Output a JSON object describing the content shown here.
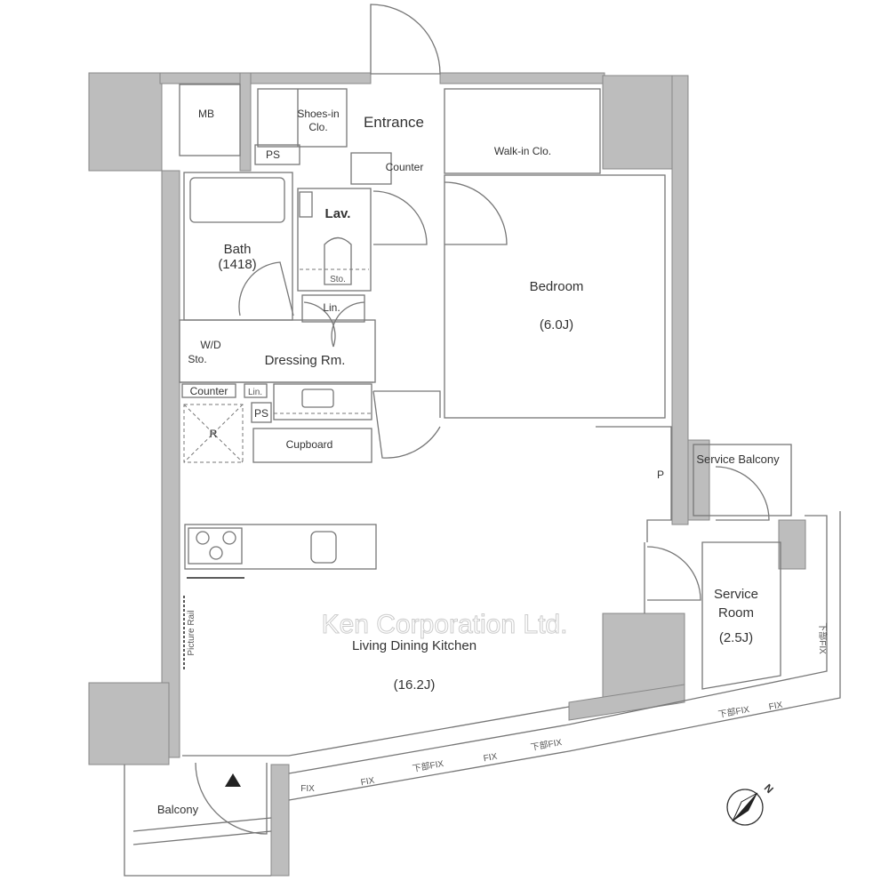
{
  "watermark": "Ken Corporation Ltd.",
  "rooms": {
    "mb": "MB",
    "shoes": [
      "Shoes-in",
      "Clo."
    ],
    "ps_top": "PS",
    "entrance": "Entrance",
    "counter_entrance": "Counter",
    "walkin": "Walk-in Clo.",
    "lav": "Lav.",
    "bath": [
      "Bath",
      "(1418)"
    ],
    "sto": "Sto.",
    "lin_top": "Lin.",
    "wd": [
      "W/D",
      "Sto."
    ],
    "dressing": "Dressing Rm.",
    "counter_dressing": "Counter",
    "lin_small": "Lin.",
    "ps_mid": "PS",
    "fridge": "R",
    "cupboard": "Cupboard",
    "bedroom": [
      "Bedroom",
      "(6.0J)"
    ],
    "pipe": "P",
    "service_balcony": "Service Balcony",
    "service_room": [
      "Service",
      "Room",
      "(2.5J)"
    ],
    "ldk": [
      "Living Dining Kitchen",
      "(16.2J)"
    ],
    "picture_rail": "Picture Rail",
    "balcony": "Balcony"
  },
  "windows": [
    "FIX",
    "FIX",
    "下部FIX",
    "FIX",
    "下部FIX",
    "下部FIX",
    "FIX",
    "下部FIX"
  ],
  "compass": "N"
}
